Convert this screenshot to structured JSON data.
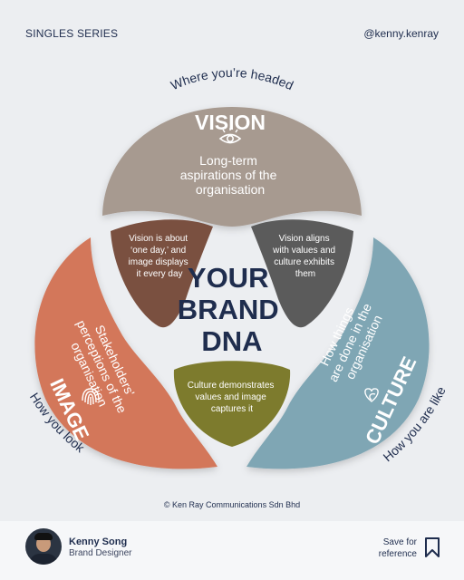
{
  "header": {
    "series": "SINGLES SERIES",
    "handle": "@kenny.kenray"
  },
  "diagram": {
    "center": [
      "YOUR",
      "BRAND",
      "DNA"
    ],
    "vision": {
      "heading": "VISION",
      "caption": "Where you’re headed",
      "lines": [
        "Long-term",
        "aspirations of the",
        "organisation"
      ],
      "color": "#a79a90"
    },
    "image": {
      "heading": "IMAGE",
      "caption": "How you look",
      "lines": [
        "Stakeholders'",
        "perceptions of the",
        "organisation"
      ],
      "color": "#d3775a"
    },
    "culture": {
      "heading": "CULTURE",
      "caption": "How you are like",
      "lines": [
        "How things",
        "are done in the",
        "organisation"
      ],
      "color": "#7fa6b4"
    },
    "vision_image": {
      "lines": [
        "Vision is about",
        "‘one day,’ and",
        "image displays",
        "it every day"
      ],
      "color": "#7a5040"
    },
    "vision_culture": {
      "lines": [
        "Vision aligns",
        "with values and",
        "culture exhibits",
        "them"
      ],
      "color": "#5b5b5b"
    },
    "image_culture": {
      "lines": [
        "Culture demonstrates",
        "values and image",
        "captures it"
      ],
      "color": "#7d7b2d"
    },
    "copyright": "© Ken Ray Communications Sdn Bhd"
  },
  "footer": {
    "name": "Kenny Song",
    "role": "Brand Designer",
    "save_line1": "Save for",
    "save_line2": "reference"
  },
  "icons": [
    "eye-icon",
    "fingerprint-icon",
    "heart-icon",
    "bookmark-icon",
    "avatar-photo"
  ],
  "colors": {
    "navy": "#1f2d4e",
    "background": "#eceef1"
  }
}
